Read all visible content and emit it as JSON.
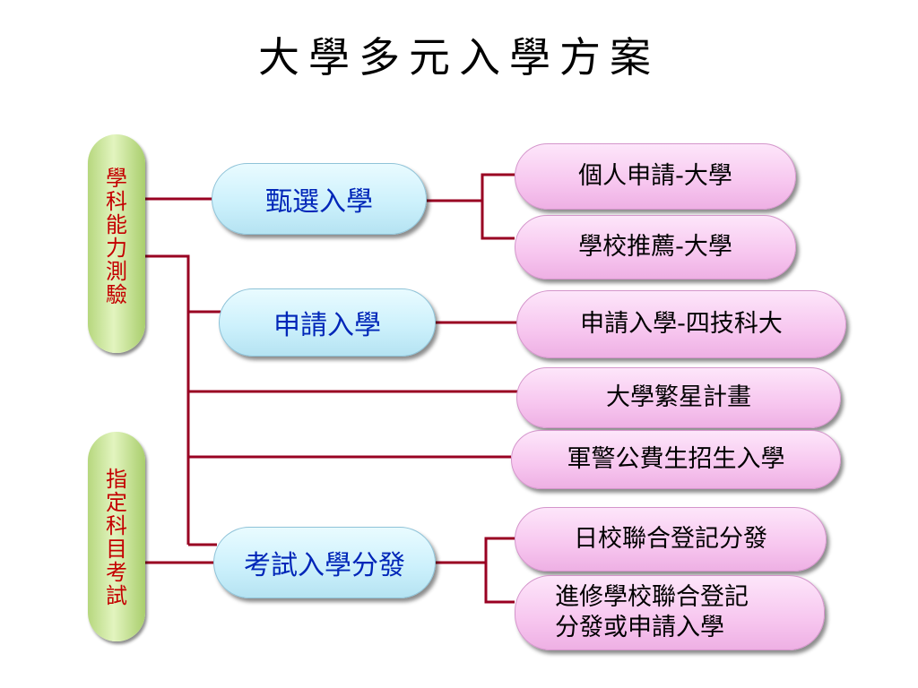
{
  "title": "大學多元入學方案",
  "exams": [
    {
      "label": "學科能力測驗"
    },
    {
      "label": "指定科目考試"
    }
  ],
  "paths": [
    {
      "label": "甄選入學"
    },
    {
      "label": "申請入學"
    },
    {
      "label": "考試入學分發"
    }
  ],
  "outcomes": [
    {
      "label": "個人申請-大學"
    },
    {
      "label": "學校推薦-大學"
    },
    {
      "label": "申請入學-四技科大"
    },
    {
      "label": "大學繁星計畫"
    },
    {
      "label": "軍警公費生招生入學"
    },
    {
      "label": "日校聯合登記分發"
    },
    {
      "line1": "進修學校聯合登記",
      "line2": "分發或申請入學"
    }
  ],
  "colors": {
    "connector": "#990022",
    "exam_text": "#c40000",
    "path_text": "#0026b8"
  }
}
